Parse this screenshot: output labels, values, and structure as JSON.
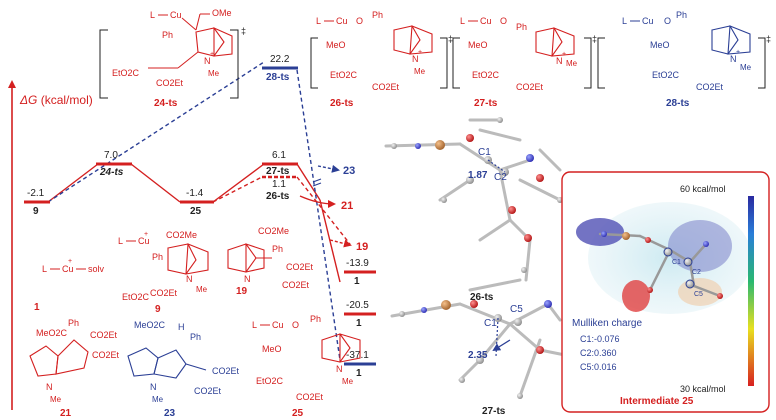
{
  "colors": {
    "red": "#d42020",
    "blue": "#2b3f95",
    "gray": "#888888",
    "dark": "#222222"
  },
  "axis": {
    "label_delta": "ΔG",
    "label_unit": " (kcal/mol)"
  },
  "levels": {
    "int9": {
      "energy": "-2.1",
      "name": "9"
    },
    "ts24": {
      "energy": "7.0",
      "name": "24-ts"
    },
    "int25": {
      "energy": "-1.4",
      "name": "25"
    },
    "ts27": {
      "energy": "6.1",
      "name": "27-ts"
    },
    "ts26": {
      "energy": "1.1",
      "name": "26-ts"
    },
    "ts28": {
      "energy": "22.2",
      "name": "28-ts"
    },
    "p19": {
      "energy": "-13.9",
      "name": "1"
    },
    "p21": {
      "energy": "-20.5",
      "name": "1"
    },
    "p23": {
      "energy": "-37.1",
      "name": "1"
    }
  },
  "arrow_labels": {
    "p23": "23",
    "p21": "21",
    "p19": "19"
  },
  "structures": {
    "ts24": {
      "label": "24-ts",
      "metal": "L",
      "cu": "Cu",
      "ome": "OMe",
      "ph": "Ph",
      "ester1": "EtO2C",
      "ester2": "CO2Et",
      "nme": "N",
      "me": "Me",
      "charge": "+",
      "dagger": "‡"
    },
    "ts26": {
      "label": "26-ts",
      "metal": "L",
      "cu": "Cu",
      "o": "O",
      "ph": "Ph",
      "meo": "MeO",
      "ester1": "EtO2C",
      "ester2": "CO2Et",
      "n": "N",
      "me": "Me",
      "charge": "+",
      "dagger": "‡"
    },
    "ts27": {
      "label": "27-ts",
      "metal": "L",
      "cu": "Cu",
      "o": "O",
      "ph": "Ph",
      "meo": "MeO",
      "ester1": "EtO2C",
      "ester2": "CO2Et",
      "n": "N",
      "me": "Me",
      "charge": "+",
      "dagger": "‡"
    },
    "ts28": {
      "label": "28-ts",
      "metal": "L",
      "cu": "Cu",
      "o": "O",
      "ph": "Ph",
      "meo": "MeO",
      "ester1": "EtO2C",
      "ester2": "CO2Et",
      "n": "N",
      "me": "Me",
      "charge": "+",
      "dagger": "‡"
    },
    "cmpd1": {
      "label": "1",
      "text": "L",
      "cu": "Cu",
      "solv": "solv",
      "charge": "+"
    },
    "cmpd9": {
      "label": "9",
      "metal": "L",
      "cu": "Cu",
      "co2me": "CO2Me",
      "ph": "Ph",
      "n": "N",
      "me": "Me",
      "ester1": "EtO2C",
      "ester2": "CO2Et",
      "charge": "+"
    },
    "cmpd19": {
      "label": "19",
      "co2me": "CO2Me",
      "ph": "Ph",
      "n": "N",
      "ester1": "CO2Et",
      "ester2": "CO2Et"
    },
    "cmpd21": {
      "label": "21",
      "meo2c": "MeO2C",
      "ph": "Ph",
      "ester1": "CO2Et",
      "ester2": "CO2Et",
      "n": "N",
      "me": "Me"
    },
    "cmpd23": {
      "label": "23",
      "meo2c": "MeO2C",
      "h": "H",
      "ph": "Ph",
      "ester1": "CO2Et",
      "ester2": "CO2Et",
      "n": "N",
      "me": "Me"
    },
    "cmpd25": {
      "label": "25",
      "metal": "L",
      "cu": "Cu",
      "o": "O",
      "ph": "Ph",
      "meo": "MeO",
      "ester1": "EtO2C",
      "ester2": "CO2Et",
      "n": "N",
      "me": "Me",
      "charge": "+"
    }
  },
  "models3d": {
    "ts26": {
      "label": "26-ts",
      "c1": "C1",
      "c2": "C2",
      "dist": "1.87"
    },
    "ts27": {
      "label": "27-ts",
      "c1": "C1",
      "c5": "C5",
      "dist": "2.35"
    }
  },
  "esp_panel": {
    "scale_max": "60 kcal/mol",
    "scale_min": "30 kcal/mol",
    "title": "Mulliken charge",
    "charges": [
      "C1:-0.076",
      "C2:0.360",
      "C5:0.016"
    ],
    "atoms": {
      "c1": "C1",
      "c2": "C2",
      "c5": "C5"
    },
    "caption": "Intermediate 25"
  }
}
